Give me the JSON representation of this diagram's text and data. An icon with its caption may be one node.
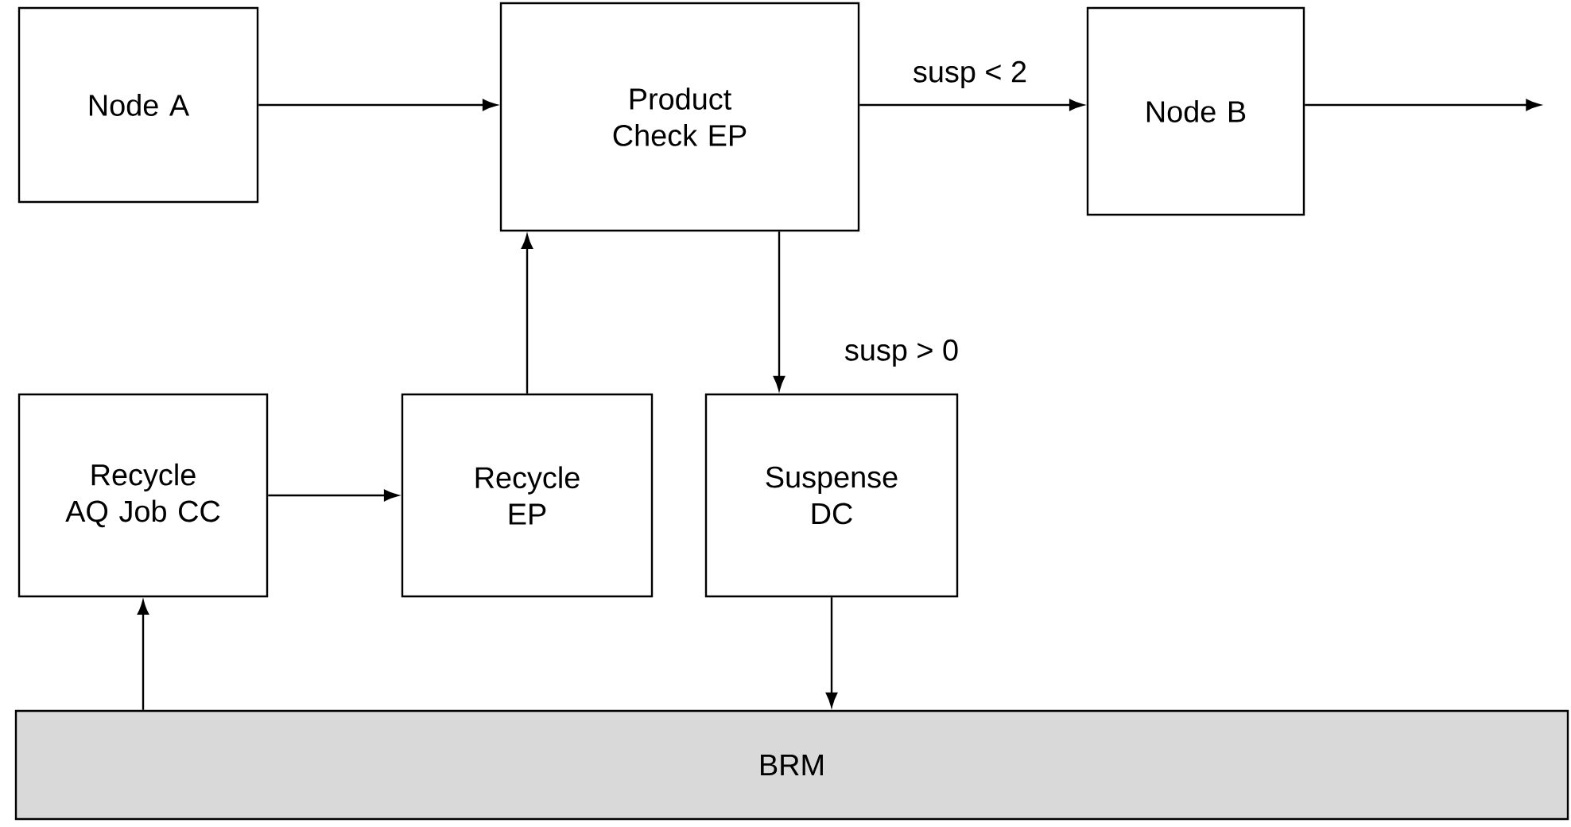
{
  "diagram": {
    "nodes": [
      {
        "text": [
          "Node A"
        ]
      },
      {
        "text": [
          "Product Check EP"
        ]
      },
      {
        "text": [
          "Node B"
        ]
      },
      {
        "text": [
          "Recycle AQ Job CC"
        ]
      },
      {
        "text": [
          "Recycle EP"
        ]
      },
      {
        "text": [
          "Suspense DC"
        ]
      },
      {
        "text": [
          "BRM"
        ]
      }
    ],
    "edges": [
      {
        "from": 0,
        "to": 1,
        "arrow": "to"
      },
      {
        "from": 1,
        "to": 2,
        "arrow": "to",
        "label": "susp < 2"
      },
      {
        "from": 2,
        "to": null,
        "arrow": "to"
      },
      {
        "from": 1,
        "to": 5,
        "arrow": "to",
        "label": "susp > 0"
      },
      {
        "from": 4,
        "to": 1,
        "arrow": "to"
      },
      {
        "from": 3,
        "to": 4,
        "arrow": "to"
      },
      {
        "from": 6,
        "to": 3,
        "arrow": "to"
      },
      {
        "from": 5,
        "to": 6,
        "arrow": "to"
      }
    ]
  }
}
